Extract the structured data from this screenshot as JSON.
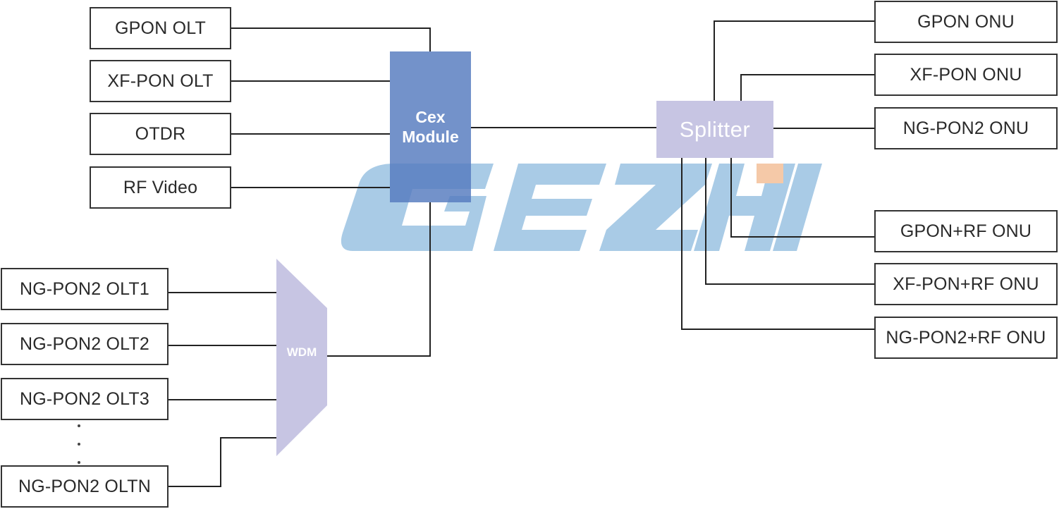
{
  "left_olts": [
    {
      "label": "GPON OLT"
    },
    {
      "label": "XF-PON OLT"
    },
    {
      "label": "OTDR"
    },
    {
      "label": "RF Video"
    }
  ],
  "ngpon2_olts": [
    {
      "label": "NG-PON2 OLT1"
    },
    {
      "label": "NG-PON2 OLT2"
    },
    {
      "label": "NG-PON2 OLT3"
    },
    {
      "label": "NG-PON2 OLTN"
    }
  ],
  "cex_module": {
    "line1": "Cex",
    "line2": "Module"
  },
  "wdm": {
    "label": "WDM"
  },
  "splitter": {
    "label": "Splitter"
  },
  "onus": [
    {
      "label": "GPON ONU"
    },
    {
      "label": "XF-PON ONU"
    },
    {
      "label": "NG-PON2 ONU"
    },
    {
      "label": "GPON+RF ONU"
    },
    {
      "label": "XF-PON+RF ONU"
    },
    {
      "label": "NG-PON2+RF ONU"
    }
  ],
  "colors": {
    "line": "#222222",
    "cex_fill": "#547abe",
    "splitter_fill": "#c7c5e3",
    "wdm_fill": "#c7c5e3",
    "watermark_blue": "#a9cbe6",
    "watermark_orange": "#f5c9a8"
  },
  "watermark": {
    "text": "GEZHI"
  }
}
